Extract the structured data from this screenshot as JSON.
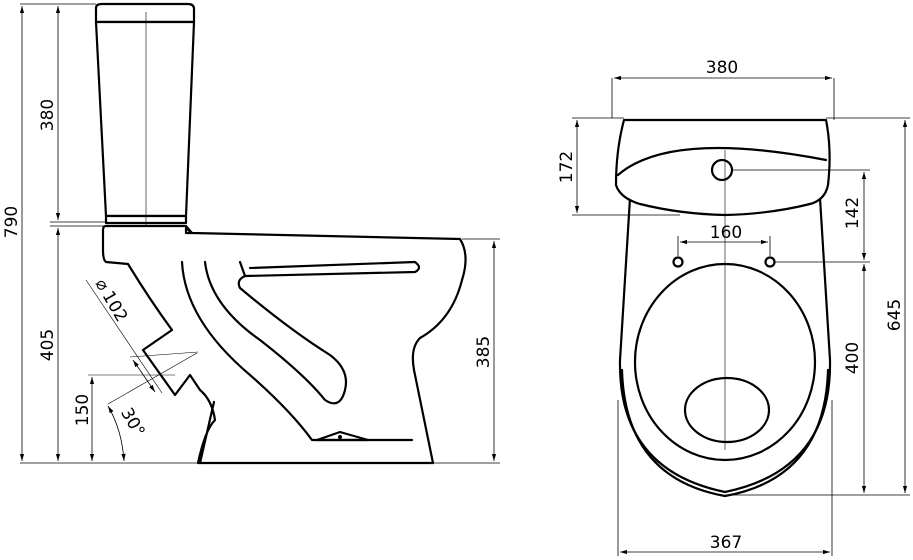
{
  "side_view": {
    "tank_height": "380",
    "total_height": "790",
    "bowl_height": "405",
    "outlet_height": "150",
    "outlet_angle": "30°",
    "outlet_diameter_symbol": "⌀",
    "outlet_diameter": "102",
    "rim_height": "385"
  },
  "top_view": {
    "tank_width": "380",
    "tank_depth": "172",
    "hole_offset": "142",
    "bolt_spacing": "160",
    "total_depth": "645",
    "seat_depth": "400",
    "bowl_width": "367"
  }
}
